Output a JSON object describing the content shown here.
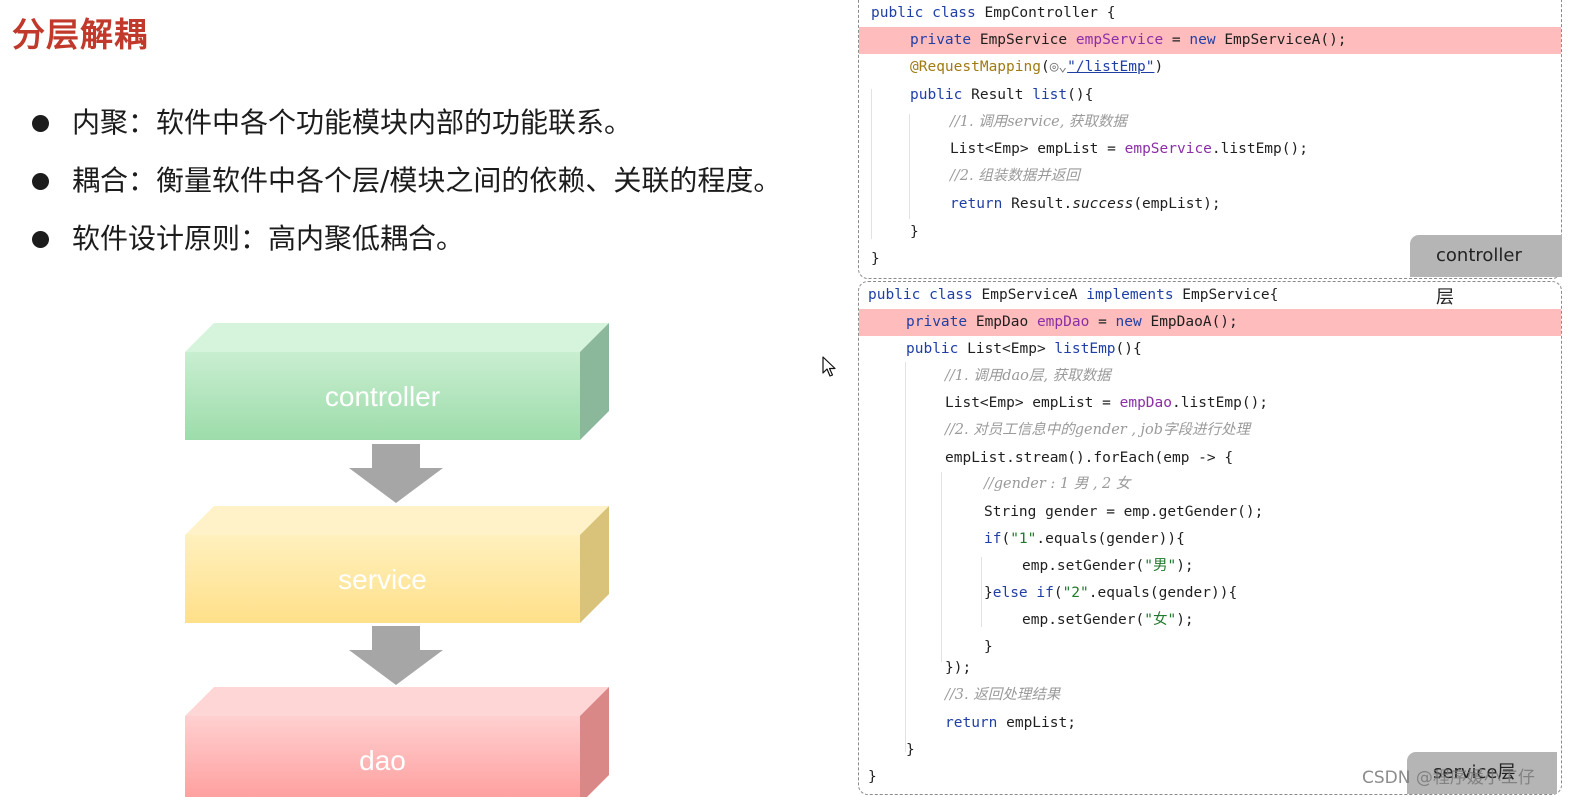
{
  "slide": {
    "title": "分层解耦",
    "bullets": [
      "内聚：软件中各个功能模块内部的功能联系。",
      "耦合：衡量软件中各个层/模块之间的依赖、关联的程度。",
      "软件设计原则：高内聚低耦合。"
    ]
  },
  "diagram": {
    "layers": [
      {
        "label": "controller",
        "front": "#9ddcaa",
        "top": "#d6f3dc",
        "side": "#8bb89a"
      },
      {
        "label": "service",
        "front": "#ffe08a",
        "top": "#fff2c8",
        "side": "#d9c27a"
      },
      {
        "label": "dao",
        "front": "#ff9c9c",
        "top": "#ffd6d6",
        "side": "#d98787"
      }
    ],
    "arrow_color": "#a6a6a6"
  },
  "controller_code": {
    "l1": {
      "a": "public class ",
      "b": "EmpController {"
    },
    "l2": {
      "a": "private ",
      "b": "EmpService ",
      "c": "empService",
      "d": " = ",
      "e": "new ",
      "f": "EmpServiceA();"
    },
    "l3": {
      "a": "@RequestMapping",
      "b": "(",
      "c": "\"/listEmp\"",
      "d": ")"
    },
    "l4": {
      "a": "public ",
      "b": "Result ",
      "c": "list",
      "d": "(){"
    },
    "l5": "//1. 调用service, 获取数据",
    "l6": {
      "a": "List<Emp> empList = ",
      "b": "empService",
      "c": ".listEmp();"
    },
    "l7": "//2. 组装数据并返回",
    "l8": {
      "a": "return ",
      "b": "Result.",
      "c": "success",
      "d": "(empList);"
    },
    "l9": "}",
    "l10": "}"
  },
  "service_code": {
    "l1": {
      "a": "public class ",
      "b": "EmpServiceA ",
      "c": "implements ",
      "d": "EmpService{"
    },
    "l2": {
      "a": "private ",
      "b": "EmpDao ",
      "c": "empDao",
      "d": " = ",
      "e": "new ",
      "f": "EmpDaoA();"
    },
    "l3": {
      "a": "public ",
      "b": "List<Emp> ",
      "c": "listEmp",
      "d": "(){"
    },
    "l4": "//1. 调用dao层, 获取数据",
    "l5": {
      "a": "List<Emp> empList = ",
      "b": "empDao",
      "c": ".listEmp();"
    },
    "l6": "//2. 对员工信息中的gender , job字段进行处理",
    "l7": "empList.stream().forEach(emp -> {",
    "l8": "//gender : 1 男 , 2 女",
    "l9": "String gender = emp.getGender();",
    "l10": {
      "a": "if",
      "b": "(",
      "c": "\"1\"",
      "d": ".equals(gender)){"
    },
    "l11": {
      "a": "emp.setGender(",
      "b": "\"男\"",
      "c": ");"
    },
    "l12": {
      "a": "}",
      "b": "else if",
      "c": "(",
      "d": "\"2\"",
      "e": ".equals(gender)){"
    },
    "l13": {
      "a": "emp.setGender(",
      "b": "\"女\"",
      "c": ");"
    },
    "l14": "}",
    "l15": "});",
    "l16": "//3. 返回处理结果",
    "l17": {
      "a": "return ",
      "b": "empList;"
    },
    "l18": "}",
    "l19": "}"
  },
  "tags": {
    "controller": "controller层",
    "service": "service层"
  },
  "watermark": "CSDN @程序媛小工仔"
}
